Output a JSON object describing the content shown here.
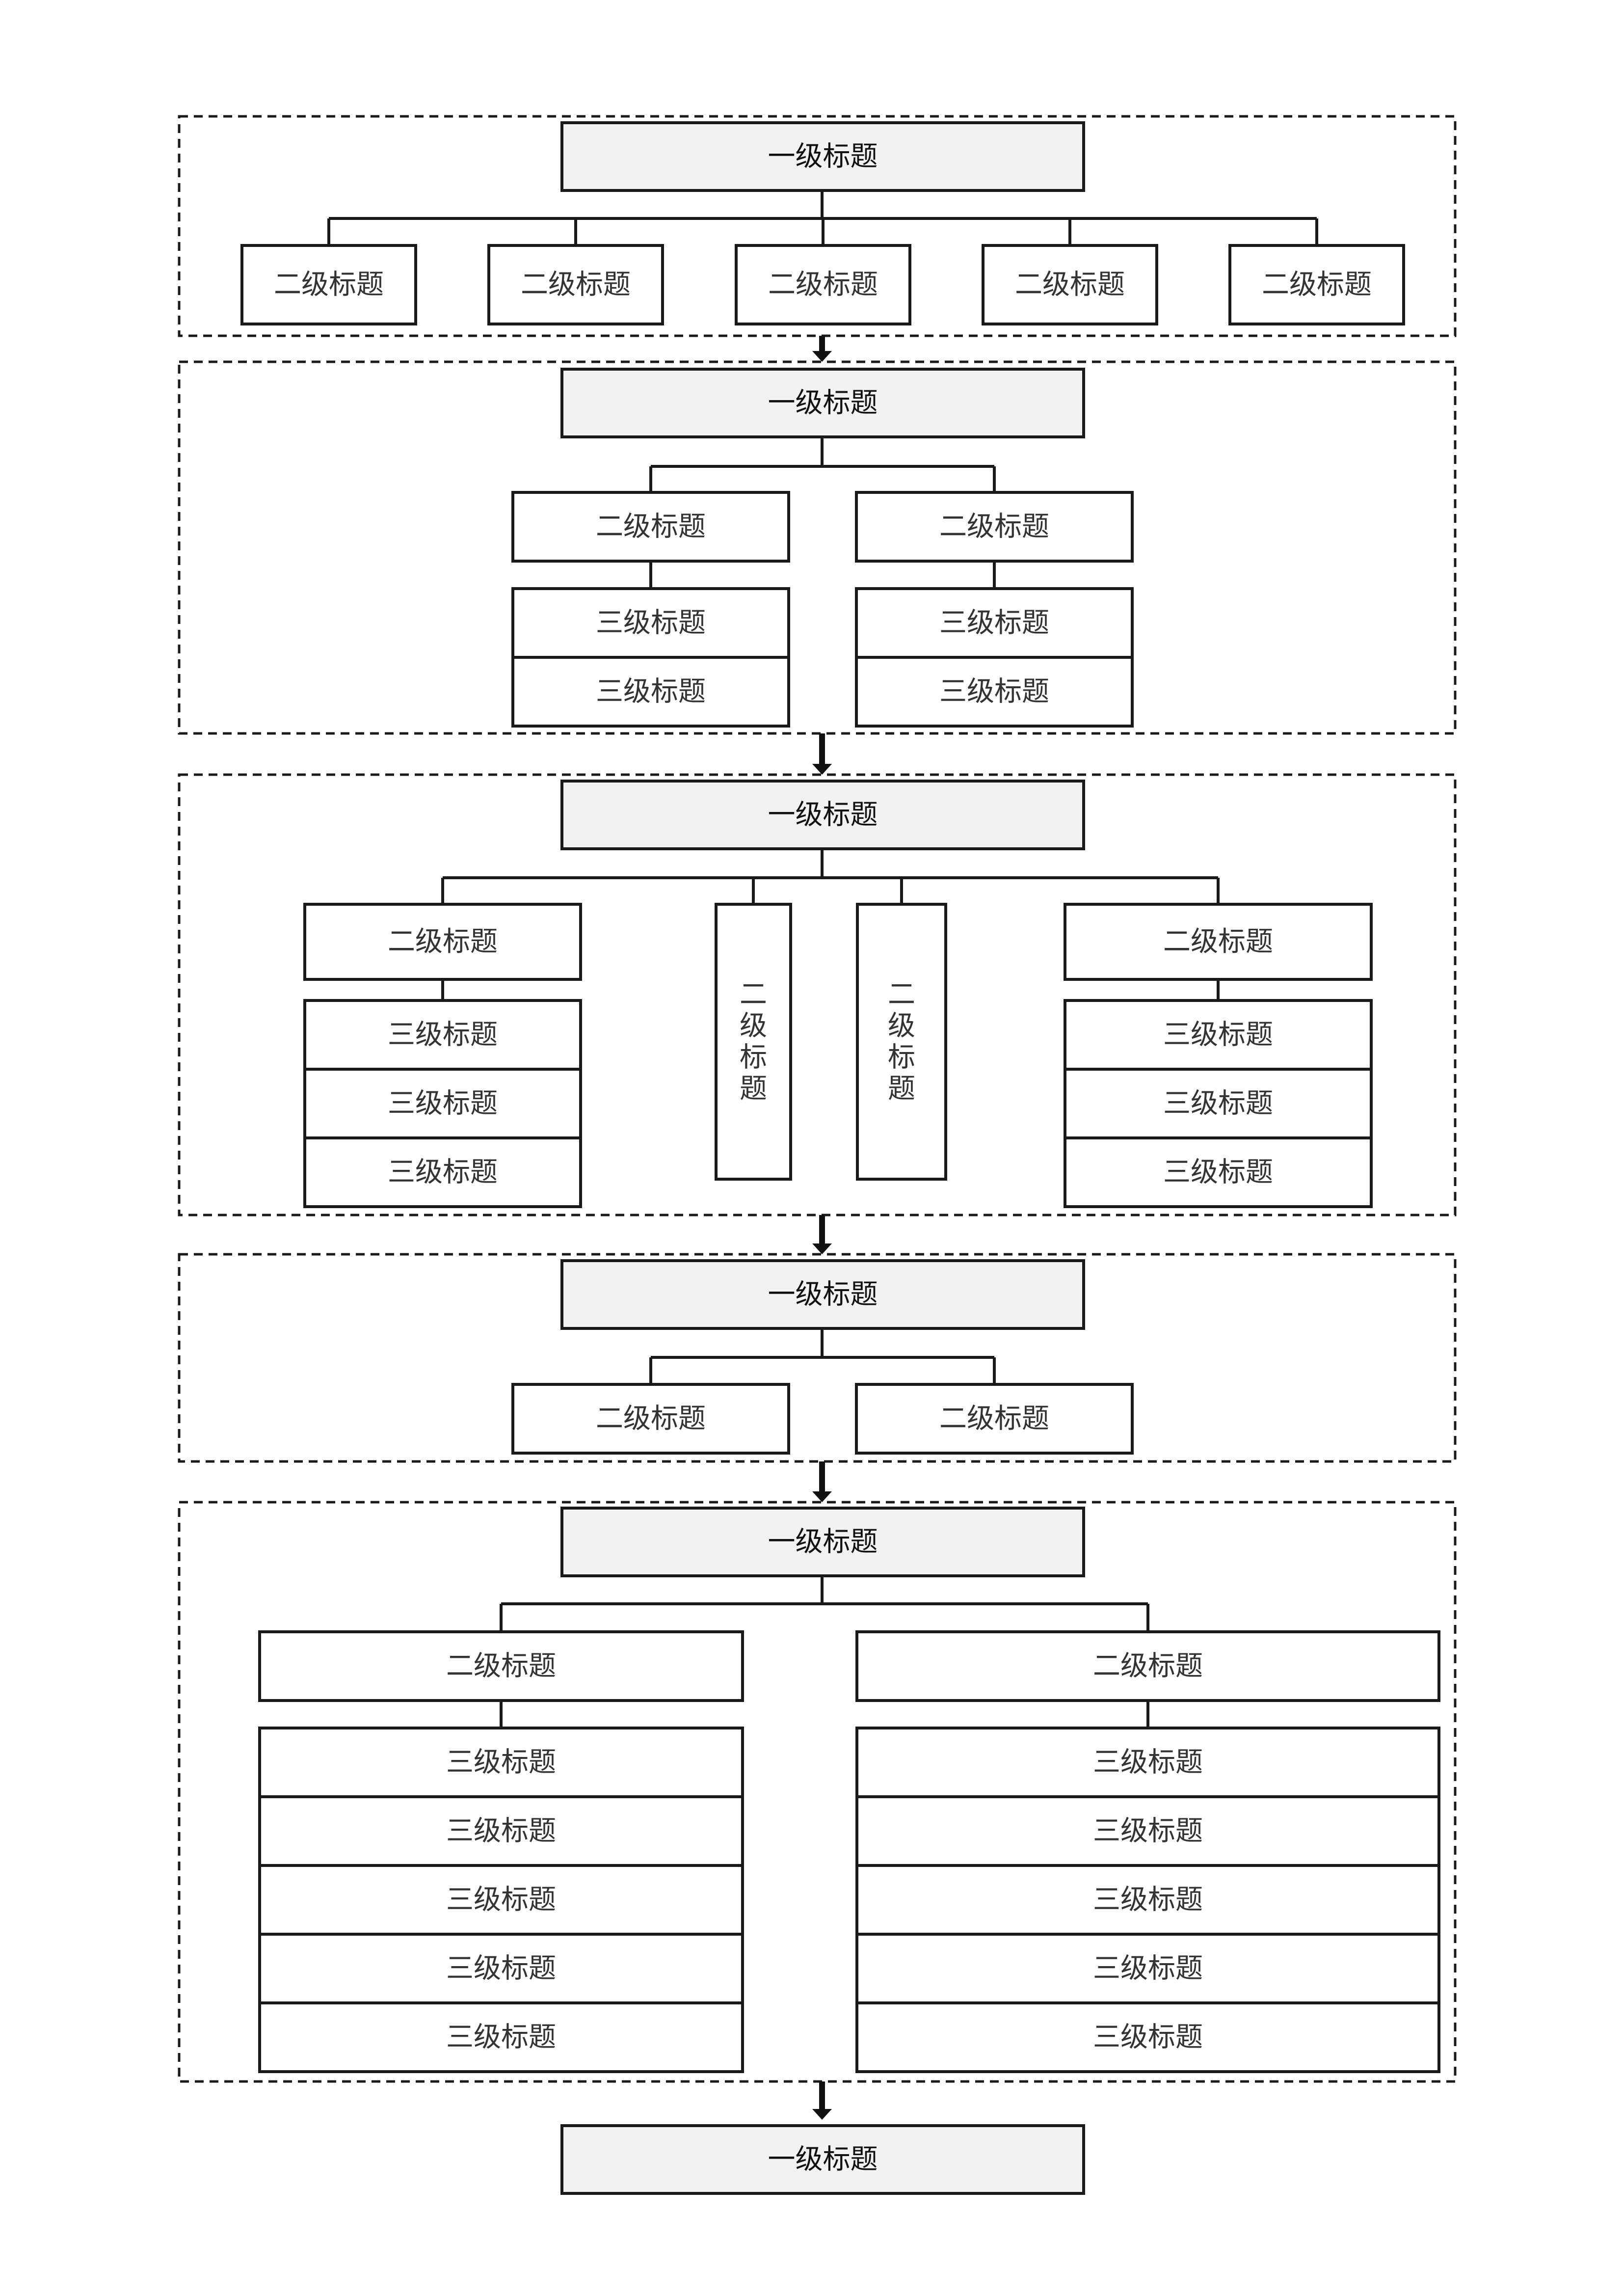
{
  "labels": {
    "level1": "一级标题",
    "level2": "二级标题",
    "level3": "三级标题"
  },
  "sections": [
    {
      "level1": "一级标题",
      "level2": [
        "二级标题",
        "二级标题",
        "二级标题",
        "二级标题",
        "二级标题"
      ]
    },
    {
      "level1": "一级标题",
      "level2": [
        "二级标题",
        "二级标题"
      ],
      "level3": [
        [
          "三级标题",
          "三级标题"
        ],
        [
          "三级标题",
          "三级标题"
        ]
      ]
    },
    {
      "level1": "一级标题",
      "level2": [
        "二级标题",
        "二级标题",
        "二级标题",
        "二级标题"
      ],
      "level3": [
        [
          "三级标题",
          "三级标题",
          "三级标题"
        ],
        [],
        [],
        [
          "三级标题",
          "三级标题",
          "三级标题"
        ]
      ]
    },
    {
      "level1": "一级标题",
      "level2": [
        "二级标题",
        "二级标题"
      ]
    },
    {
      "level1": "一级标题",
      "level2": [
        "二级标题",
        "二级标题"
      ],
      "level3": [
        [
          "三级标题",
          "三级标题",
          "三级标题",
          "三级标题",
          "三级标题"
        ],
        [
          "三级标题",
          "三级标题",
          "三级标题",
          "三级标题",
          "三级标题"
        ]
      ]
    },
    {
      "level1": "一级标题"
    }
  ]
}
